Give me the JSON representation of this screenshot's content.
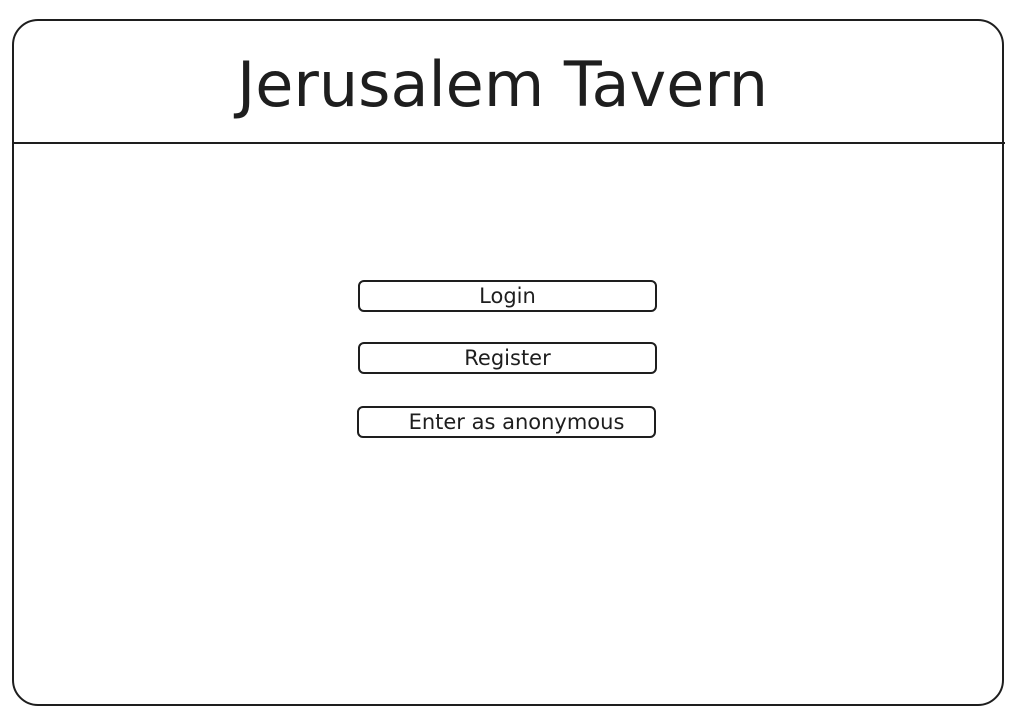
{
  "header": {
    "title": "Jerusalem Tavern"
  },
  "buttons": {
    "login": "Login",
    "register": "Register",
    "anonymous": "Enter as anonymous"
  }
}
